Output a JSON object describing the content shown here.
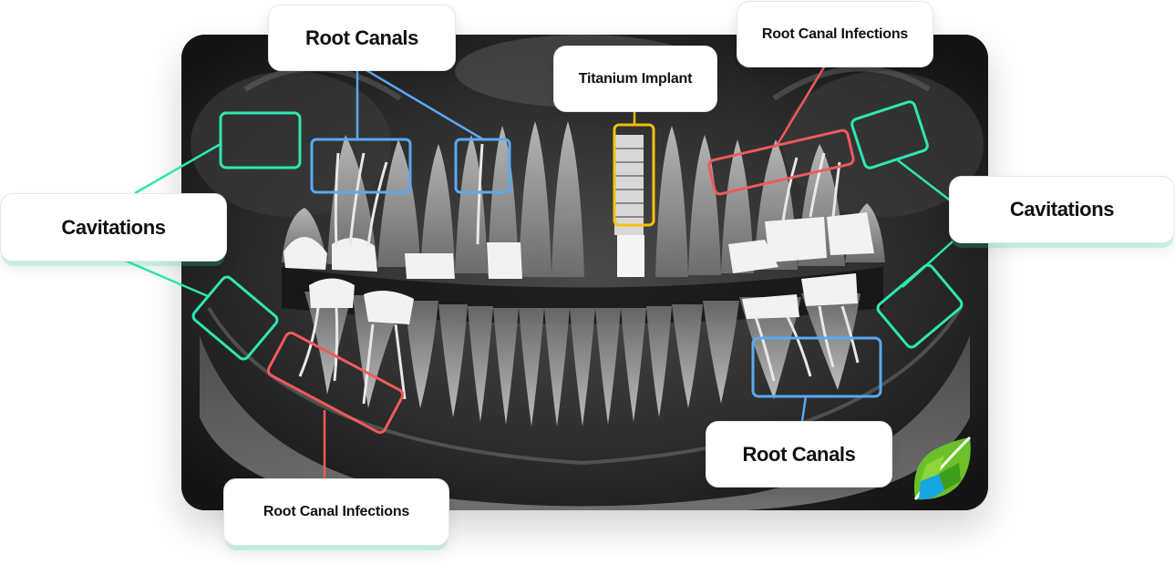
{
  "labels": {
    "root_canals_top": "Root Canals",
    "titanium_implant": "Titanium Implant",
    "root_canal_infections_top": "Root Canal Infections",
    "cavitations_left": "Cavitations",
    "cavitations_right": "Cavitations",
    "root_canals_bottom": "Root Canals",
    "root_canal_infections_bottom": "Root Canal Infections"
  },
  "colors": {
    "cavitation": "#2ee8b0",
    "root_canal": "#5aa9f5",
    "infection": "#f05a5a",
    "implant": "#f4c20d",
    "logo_green": "#6cc12a",
    "logo_blue": "#16a6e0"
  },
  "icons": [
    "x-ray-image",
    "leaf-logo-icon"
  ]
}
